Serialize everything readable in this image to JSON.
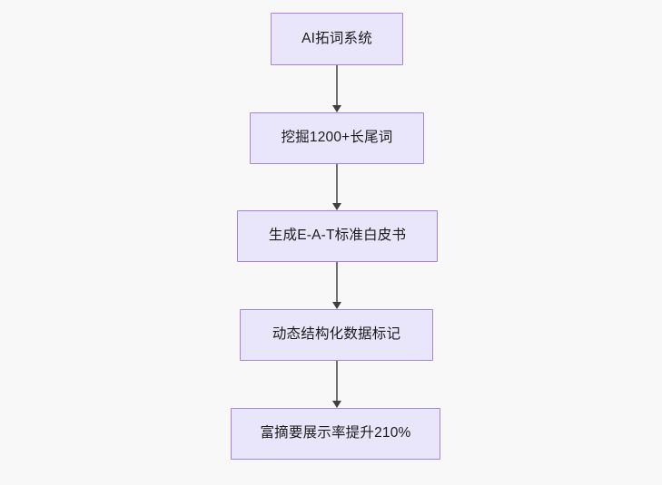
{
  "diagram": {
    "type": "flowchart",
    "orientation": "top-to-bottom",
    "background_color": "#f8f8f8",
    "node_fill_color": "#e9e6fb",
    "node_border_color": "#a884d8",
    "node_text_color": "#1b1b1b",
    "edge_color": "#707070",
    "arrowhead_color": "#3f3f3f",
    "nodes": [
      {
        "id": "n0",
        "label": "AI拓词系统"
      },
      {
        "id": "n1",
        "label": "挖掘1200+长尾词"
      },
      {
        "id": "n2",
        "label": "生成E-A-T标准白皮书"
      },
      {
        "id": "n3",
        "label": "动态结构化数据标记"
      },
      {
        "id": "n4",
        "label": "富摘要展示率提升210%"
      }
    ],
    "edges": [
      {
        "from": "n0",
        "to": "n1",
        "label": ""
      },
      {
        "from": "n1",
        "to": "n2",
        "label": ""
      },
      {
        "from": "n2",
        "to": "n3",
        "label": ""
      },
      {
        "from": "n3",
        "to": "n4",
        "label": ""
      }
    ]
  }
}
